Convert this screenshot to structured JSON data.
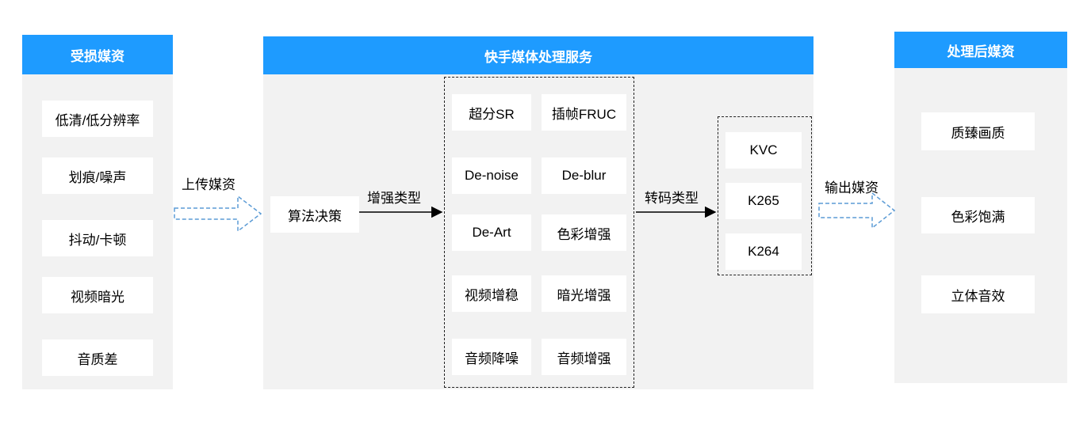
{
  "input": {
    "title": "受损媒资",
    "items": [
      "低清/低分辨率",
      "划痕/噪声",
      "抖动/卡顿",
      "视频暗光",
      "音质差"
    ]
  },
  "service": {
    "title": "快手媒体处理服务",
    "decision": "算法决策",
    "enhance_label": "增强类型",
    "enhance_types": [
      [
        "超分SR",
        "插帧FRUC"
      ],
      [
        "De-noise",
        "De-blur"
      ],
      [
        "De-Art",
        "色彩增强"
      ],
      [
        "视频增稳",
        "暗光增强"
      ],
      [
        "音频降噪",
        "音频增强"
      ]
    ],
    "transcode_label": "转码类型",
    "codecs": [
      "KVC",
      "K265",
      "K264"
    ]
  },
  "output": {
    "title": "处理后媒资",
    "items": [
      "质臻画质",
      "色彩饱满",
      "立体音效"
    ]
  },
  "arrows": {
    "upload": "上传媒资",
    "export": "输出媒资"
  },
  "colors": {
    "header": "#1e9bff",
    "panel": "#f2f2f2",
    "hollow_arrow": "#5b9bd5"
  }
}
